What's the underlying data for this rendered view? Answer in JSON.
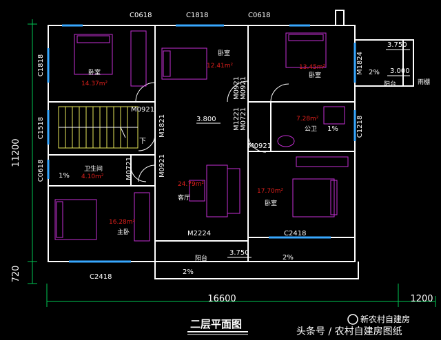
{
  "colors": {
    "background": "#000000",
    "wall": "#ffffff",
    "dimension": "#00c853",
    "furniture": "#c62fd6",
    "window": "#38a8ff",
    "area_text": "#e0201c",
    "stair": "#e8e85a"
  },
  "dimensions": {
    "total_height": "11200",
    "balcony_depth": "720",
    "total_width": "16600",
    "side_width": "1200"
  },
  "elevations": {
    "living": "3.800",
    "terrace_upper": "3.750",
    "terrace_lower": "3.000",
    "balcony": "3.750"
  },
  "windows": {
    "top_left": "C0618",
    "top_mid": "C1818",
    "top_right": "C0618",
    "left_bed": "C1818",
    "left_stair": "C1518",
    "left_bath": "C0618",
    "right_upper": "M1824",
    "right_bath": "C1218",
    "bottom_left": "C2418",
    "bottom_right": "C2418"
  },
  "doors": {
    "d1": "M0921",
    "d2": "M0921",
    "d3": "M0921",
    "d4": "M1221",
    "d5": "M0721",
    "d6": "M0921",
    "d7": "M1821",
    "d8": "M0921",
    "d9": "M0721",
    "d10": "M2224"
  },
  "rooms": {
    "bed_tl": "卧室",
    "bed_tl_area": "14.37m²",
    "bed_tm": "卧室",
    "bed_tm_area": "12.41m²",
    "bed_tr": "卧室",
    "bed_tr_area": "13.45m²",
    "terrace": "阳台",
    "rain_shed": "雨棚",
    "bath_public": "公卫",
    "bath_public_area": "7.28m²",
    "bath_master": "卫生间",
    "bath_master_area": "4.10m²",
    "living": "客厅",
    "living_area": "24.79m²",
    "bed_r": "卧室",
    "bed_r_area": "17.70m²",
    "master": "主卧",
    "master_area": "16.28m²",
    "balcony": "阳台"
  },
  "slopes": {
    "s1": "2%",
    "s2": "1%",
    "s3": "1%",
    "s4": "2%",
    "s5": "2%"
  },
  "stair_down": "下",
  "drawing_title": "二层平面图",
  "watermark": "头条号 / 农村自建房图纸",
  "watermark_logo": "新农村自建房"
}
